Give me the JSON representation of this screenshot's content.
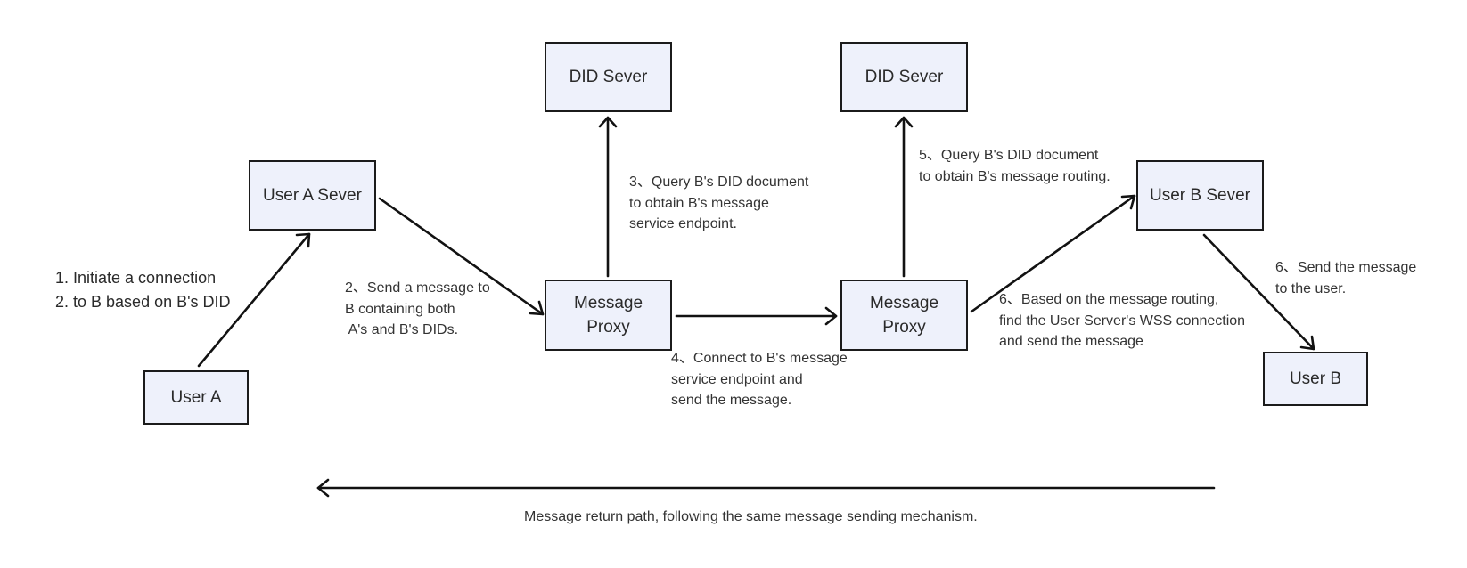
{
  "nodes": {
    "user_a": "User A",
    "user_a_server": "User A Sever",
    "message_proxy_a": "Message\nProxy",
    "did_server_a": "DID Sever",
    "message_proxy_b": "Message\nProxy",
    "did_server_b": "DID Sever",
    "user_b_server": "User B Sever",
    "user_b": "User B"
  },
  "steps": {
    "step1": "1. Initiate a connection\n2. to B based on B's DID",
    "step2": "2、Send a message to\nB containing both\n A's and B's DIDs.",
    "step3": "3、Query B's DID document\nto obtain B's message\nservice endpoint.",
    "step4": "4、Connect to B's message\nservice endpoint and\nsend the message.",
    "step5": "5、Query B's DID document\nto obtain B's message routing.",
    "step6_route": "6、Based on the message routing,\nfind the User Server's WSS connection\nand send the message",
    "step6_deliver": "6、Send the message\nto the user."
  },
  "return_path": {
    "caption": "Message return path, following the same message sending mechanism.",
    "direction": "right-to-left"
  }
}
